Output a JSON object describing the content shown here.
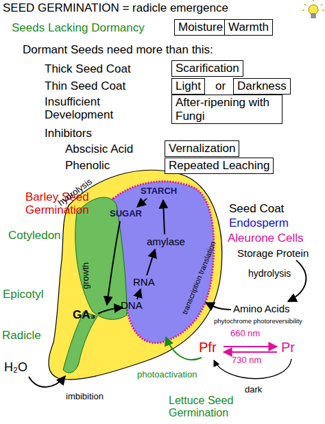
{
  "diagram": {
    "title": "SEED GERMINATION = radicle emergence",
    "nodes": [
      {
        "text": [
          "Moisture"
        ]
      },
      {
        "text": [
          "Warmth"
        ]
      },
      {
        "text": [
          "Scarification"
        ]
      },
      {
        "text": [
          "Light"
        ]
      },
      {
        "text": [
          "Darkness"
        ]
      },
      {
        "text": [
          "After-ripening with Fungi"
        ]
      },
      {
        "text": [
          "Vernalization"
        ]
      },
      {
        "text": [
          "Repeated Leaching"
        ]
      }
    ],
    "labels": [
      "Seeds Lacking Dormancy",
      "Dormant Seeds need more than this:",
      "Thick Seed Coat",
      "Thin Seed Coat",
      "or",
      "Insufficient Development",
      "Inhibitors",
      "Abscisic Acid",
      "Phenolic",
      "Barley Seed Germination",
      "hydrolysis",
      "STARCH",
      "SUGAR",
      "Seed Coat",
      "Endosperm",
      "Cotyledon",
      "amylase",
      "Aleurone Cells",
      "Storage Protein",
      "hydrolysis",
      "RNA",
      "growth",
      "Epicotyl",
      "DNA",
      "GA₃",
      "transcription translation",
      "Amino Acids",
      "phytochrome photoreversibility",
      "660 nm",
      "Radicle",
      "Pfr",
      "Pr",
      "730 nm",
      "H₂O",
      "photoactivation",
      "imbibition",
      "dark",
      "Lettuce Seed Germination"
    ]
  }
}
